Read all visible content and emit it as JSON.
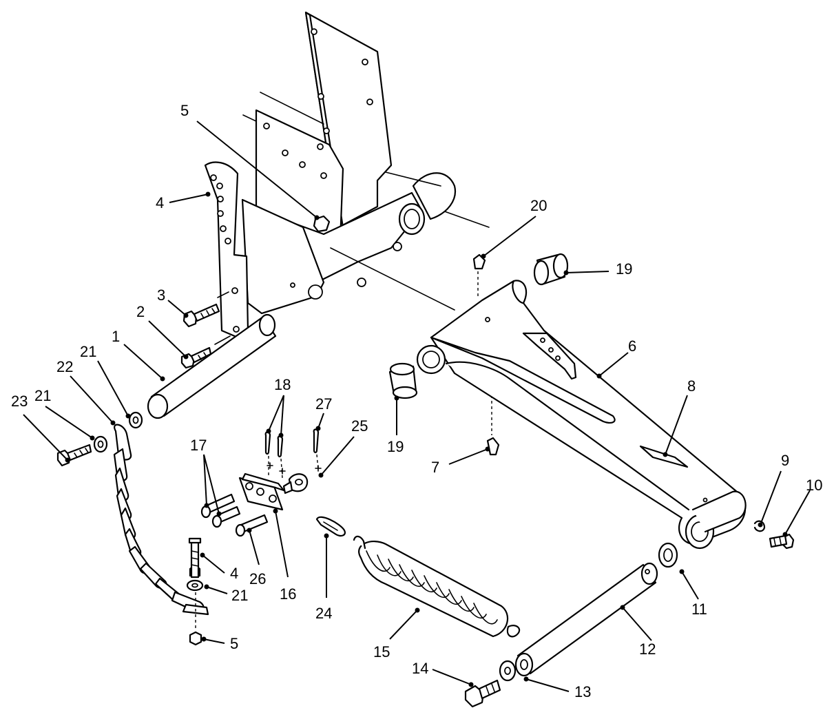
{
  "colors": {
    "ink": "#000000",
    "paper": "#ffffff"
  },
  "callouts": {
    "c1": "1",
    "c2": "2",
    "c3": "3",
    "c4a": "4",
    "c4b": "4",
    "c5a": "5",
    "c5b": "5",
    "c6": "6",
    "c7": "7",
    "c8": "8",
    "c9": "9",
    "c10": "10",
    "c11": "11",
    "c12": "12",
    "c13": "13",
    "c14": "14",
    "c15": "15",
    "c16": "16",
    "c17": "17",
    "c18": "18",
    "c19a": "19",
    "c19b": "19",
    "c20": "20",
    "c21a": "21",
    "c21b": "21",
    "c21c": "21",
    "c22": "22",
    "c23": "23",
    "c24": "24",
    "c25": "25",
    "c26": "26",
    "c27": "27"
  }
}
